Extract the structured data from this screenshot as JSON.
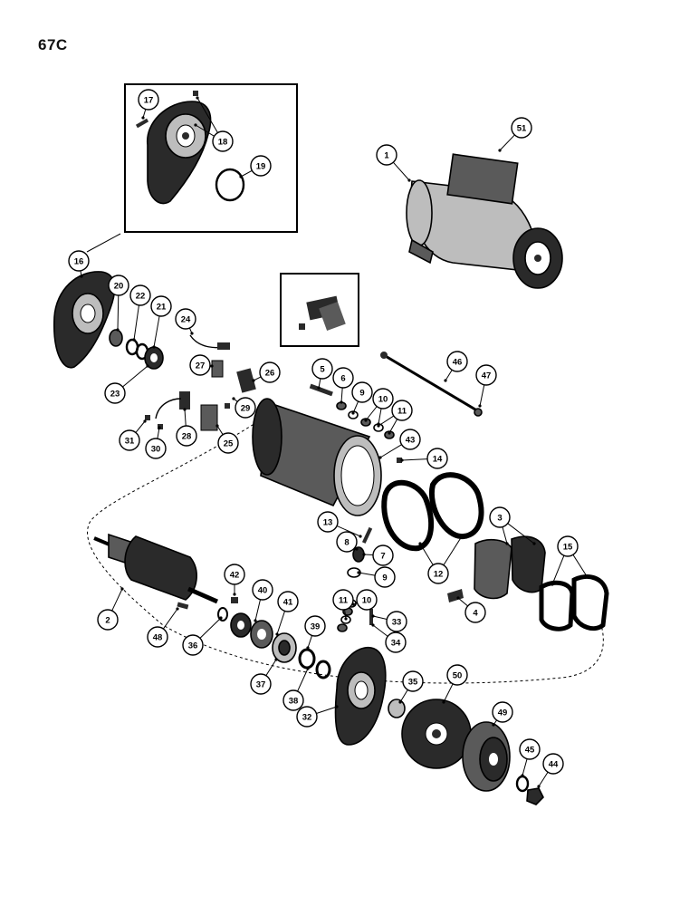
{
  "page": {
    "code": "67C"
  },
  "callouts": [
    {
      "id": "c1",
      "label": "1"
    },
    {
      "id": "c2",
      "label": "2"
    },
    {
      "id": "c3",
      "label": "3"
    },
    {
      "id": "c4",
      "label": "4"
    },
    {
      "id": "c5",
      "label": "5"
    },
    {
      "id": "c6",
      "label": "6"
    },
    {
      "id": "c7",
      "label": "7"
    },
    {
      "id": "c8",
      "label": "8"
    },
    {
      "id": "c9a",
      "label": "9"
    },
    {
      "id": "c9b",
      "label": "9"
    },
    {
      "id": "c10a",
      "label": "10"
    },
    {
      "id": "c10b",
      "label": "10"
    },
    {
      "id": "c11a",
      "label": "11"
    },
    {
      "id": "c11b",
      "label": "11"
    },
    {
      "id": "c12",
      "label": "12"
    },
    {
      "id": "c13",
      "label": "13"
    },
    {
      "id": "c14",
      "label": "14"
    },
    {
      "id": "c15",
      "label": "15"
    },
    {
      "id": "c16",
      "label": "16"
    },
    {
      "id": "c17",
      "label": "17"
    },
    {
      "id": "c18",
      "label": "18"
    },
    {
      "id": "c19",
      "label": "19"
    },
    {
      "id": "c20",
      "label": "20"
    },
    {
      "id": "c21",
      "label": "21"
    },
    {
      "id": "c22",
      "label": "22"
    },
    {
      "id": "c23",
      "label": "23"
    },
    {
      "id": "c24",
      "label": "24"
    },
    {
      "id": "c25",
      "label": "25"
    },
    {
      "id": "c26",
      "label": "26"
    },
    {
      "id": "c27",
      "label": "27"
    },
    {
      "id": "c28",
      "label": "28"
    },
    {
      "id": "c29",
      "label": "29"
    },
    {
      "id": "c30",
      "label": "30"
    },
    {
      "id": "c31",
      "label": "31"
    },
    {
      "id": "c32",
      "label": "32"
    },
    {
      "id": "c33",
      "label": "33"
    },
    {
      "id": "c34",
      "label": "34"
    },
    {
      "id": "c35",
      "label": "35"
    },
    {
      "id": "c36",
      "label": "36"
    },
    {
      "id": "c37",
      "label": "37"
    },
    {
      "id": "c38",
      "label": "38"
    },
    {
      "id": "c39",
      "label": "39"
    },
    {
      "id": "c40",
      "label": "40"
    },
    {
      "id": "c41",
      "label": "41"
    },
    {
      "id": "c42",
      "label": "42"
    },
    {
      "id": "c43",
      "label": "43"
    },
    {
      "id": "c44",
      "label": "44"
    },
    {
      "id": "c45",
      "label": "45"
    },
    {
      "id": "c46",
      "label": "46"
    },
    {
      "id": "c47",
      "label": "47"
    },
    {
      "id": "c48",
      "label": "48"
    },
    {
      "id": "c49",
      "label": "49"
    },
    {
      "id": "c50",
      "label": "50"
    },
    {
      "id": "c51",
      "label": "51"
    }
  ]
}
